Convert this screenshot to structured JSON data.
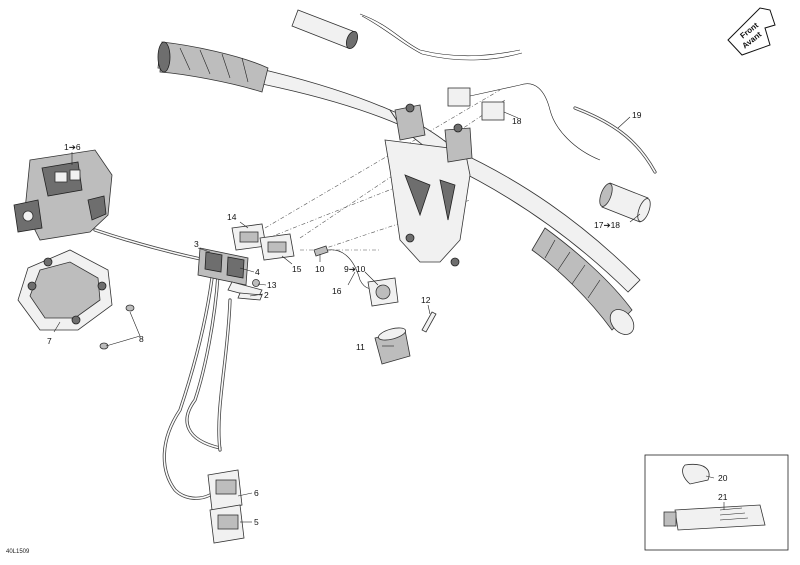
{
  "diagram": {
    "reference_code": "40L1509",
    "orientation": {
      "line1": "Front",
      "line2": "Avant"
    },
    "callouts": {
      "c1": "1➔6",
      "c3": "3",
      "c4": "4",
      "c13": "13",
      "c2": "2",
      "c5": "5",
      "c6": "6",
      "c7": "7",
      "c8": "8",
      "c9": "9➔10",
      "c10": "10",
      "c11": "11",
      "c12": "12",
      "c14": "14",
      "c15": "15",
      "c16": "16",
      "c17": "17➔18",
      "c18": "18",
      "c19": "19",
      "c20": "20",
      "c21": "21"
    }
  }
}
